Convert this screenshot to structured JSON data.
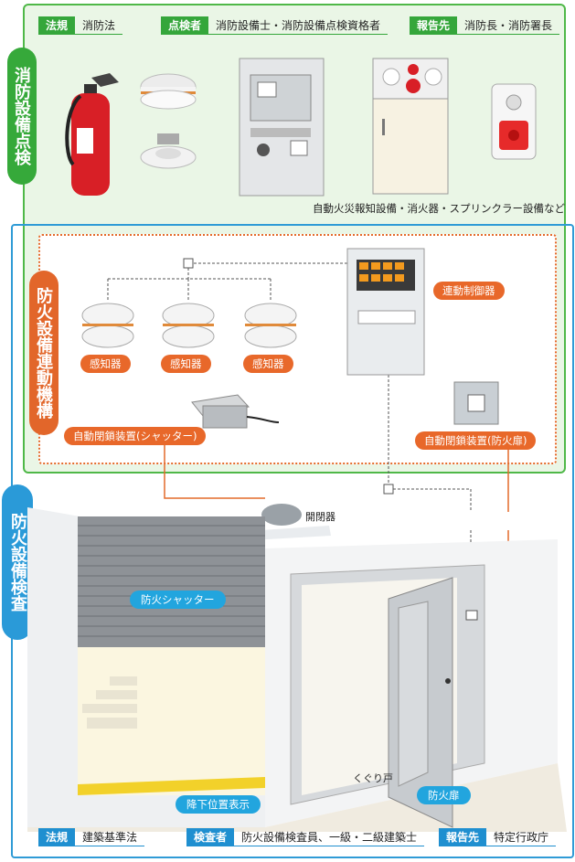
{
  "inspection": {
    "title": "消防設備点検",
    "law_key": "法規",
    "law_val": "消防法",
    "inspector_key": "点検者",
    "inspector_val": "消防設備士・消防設備点検資格者",
    "report_key": "報告先",
    "report_val": "消防長・消防署長",
    "caption": "自動火災報知設備・消火器・スプリンクラー設備など"
  },
  "interlock": {
    "title": "防火設備連動機構",
    "sensor_label": "感知器",
    "controller_label": "連動制御器",
    "shutter_closer": "自動閉鎖装置(シャッター)",
    "door_closer": "自動閉鎖装置(防火扉)"
  },
  "fire_inspection": {
    "title": "防火設備検査",
    "opener": "開閉器",
    "shutter": "防火シャッター",
    "drop_indicator": "降下位置表示",
    "wicket": "くぐり戸",
    "fire_door": "防火扉",
    "law_key": "法規",
    "law_val": "建築基準法",
    "inspector_key": "検査者",
    "inspector_val": "防火設備検査員、一級・二級建築士",
    "report_key": "報告先",
    "report_val": "特定行政庁"
  }
}
